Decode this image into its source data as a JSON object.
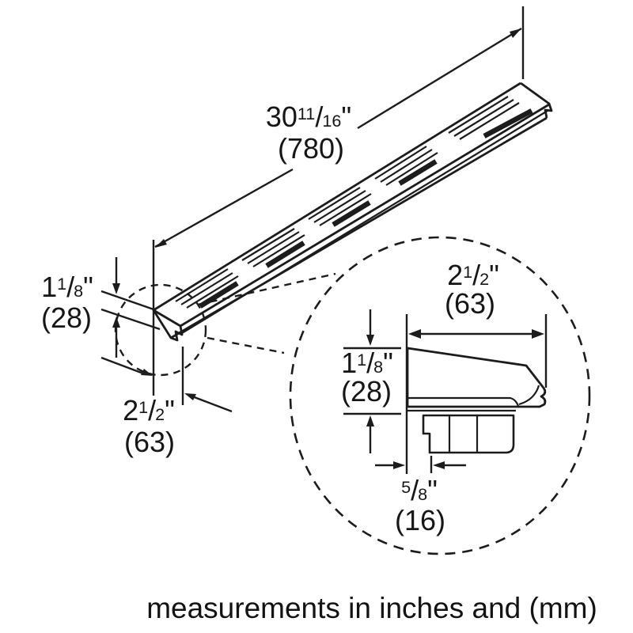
{
  "caption": "measurements in inches and (mm)",
  "fraction_separator": "/",
  "dims": {
    "length": {
      "whole": "30",
      "num": "11",
      "den": "16",
      "unit": "\"",
      "mm": "(780)"
    },
    "height_main": {
      "whole": "1",
      "num": "1",
      "den": "8",
      "unit": "\"",
      "mm": "(28)"
    },
    "depth_main": {
      "whole": "2",
      "num": "1",
      "den": "2",
      "unit": "\"",
      "mm": "(63)"
    },
    "detail_width": {
      "whole": "2",
      "num": "1",
      "den": "2",
      "unit": "\"",
      "mm": "(63)"
    },
    "detail_height": {
      "whole": "1",
      "num": "1",
      "den": "8",
      "unit": "\"",
      "mm": "(28)"
    },
    "detail_offset": {
      "whole": "",
      "num": "5",
      "den": "8",
      "unit": "\"",
      "mm": "(16)"
    }
  },
  "colors": {
    "line": "#1c1c1c",
    "background": "#ffffff"
  }
}
